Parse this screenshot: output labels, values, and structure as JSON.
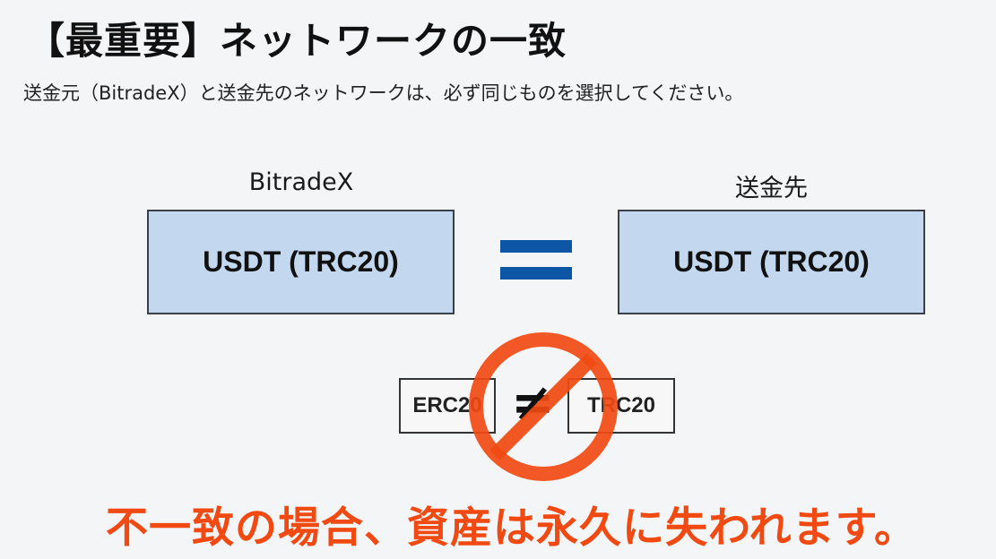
{
  "header": {
    "title": "【最重要】ネットワークの一致",
    "subtitle": "送金元（BitradeX）と送金先のネットワークは、必ず同じものを選択してください。"
  },
  "left": {
    "label": "BitradeX",
    "network": "USDT (TRC20)"
  },
  "right": {
    "label": "送金先",
    "network": "USDT (TRC20)"
  },
  "equals_symbol": "=",
  "mismatch": {
    "left": "ERC20",
    "symbol": "≠",
    "right": "TRC20"
  },
  "warning": "不一致の場合、資産は永久に失われます。",
  "colors": {
    "box_fill": "#c3d8ee",
    "equals": "#0d56a6",
    "warning": "#f04a12",
    "prohibit": "#f04a12"
  }
}
